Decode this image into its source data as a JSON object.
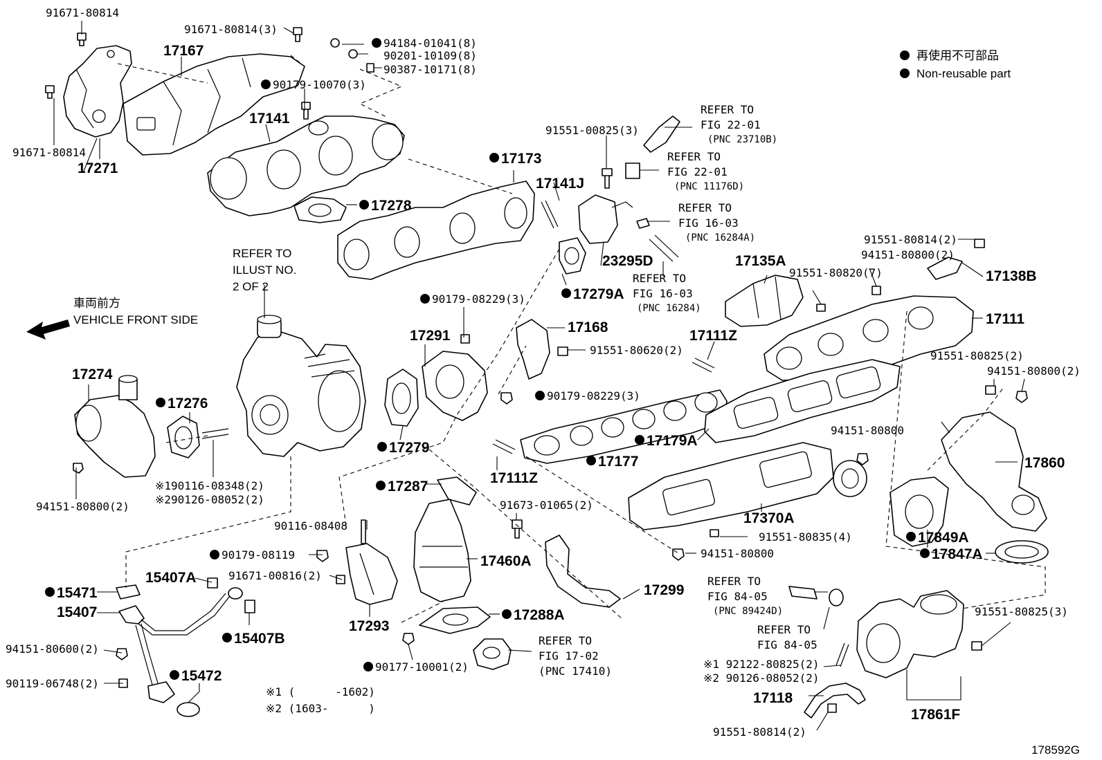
{
  "legend": {
    "jp": "再使用不可部品",
    "en": "Non-reusable part"
  },
  "direction": {
    "jp": "車両前方",
    "en": "VEHICLE FRONT SIDE"
  },
  "refer_illust": [
    "REFER TO",
    "ILLUST NO.",
    "2 OF 2"
  ],
  "refs": {
    "r1": [
      "REFER TO",
      "FIG 22-01",
      "(PNC 23710B)"
    ],
    "r2": [
      "REFER TO",
      "FIG 22-01",
      "(PNC 11176D)"
    ],
    "r3": [
      "REFER TO",
      "FIG 16-03",
      "(PNC 16284A)"
    ],
    "r4": [
      "REFER TO",
      "FIG 16-03",
      "(PNC 16284)"
    ],
    "r5": [
      "REFER TO",
      "FIG 84-05",
      "(PNC 89424D)"
    ],
    "r6": [
      "REFER TO",
      "FIG 84-05"
    ],
    "r7": [
      "REFER TO",
      "FIG 17-02",
      "(PNC 17410)"
    ]
  },
  "parts": {
    "p1": "91671-80814",
    "p2": "91671-80814(3)",
    "p3": "94184-01041(8)",
    "p4": "90201-10109(8)",
    "p5": "90387-10171(8)",
    "p6": "17167",
    "p7": "90179-10070(3)",
    "p8": "17141",
    "p9": "91671-80814",
    "p10": "17271",
    "p11": "17173",
    "p12": "91551-00825(3)",
    "p13": "17141J",
    "p14": "17278",
    "p15": "23295D",
    "p16": "17279A",
    "p17": "91551-80814(2)",
    "p18": "94151-80800(2)",
    "p19": "17135A",
    "p20": "91551-80820(7)",
    "p21": "17138B",
    "p22": "90179-08229(3)",
    "p23": "17168",
    "p24": "17291",
    "p25": "91551-80620(2)",
    "p26": "17111Z",
    "p27": "17111",
    "p28": "17274",
    "p29": "17276",
    "p30": "90179-08229(3)",
    "p31": "91551-80825(2)",
    "p32": "94151-80800(2)",
    "p33": "17179A",
    "p34": "94151-80800",
    "p35": "17279",
    "p36": "17177",
    "p37": "17860",
    "p38": "94151-80800(2)",
    "p39": "※190116-08348(2)",
    "p40": "※290126-08052(2)",
    "p41": "17287",
    "p42": "17111Z",
    "p43": "91673-01065(2)",
    "p44": "17370A",
    "p45": "17849A",
    "p46": "90116-08408",
    "p47": "91551-80835(4)",
    "p48": "90179-08119",
    "p49": "17460A",
    "p50": "94151-80800",
    "p51": "17847A",
    "p52": "15407A",
    "p53": "91671-00816(2)",
    "p54": "17299",
    "p55": "15471",
    "p56": "15407",
    "p57": "15407B",
    "p58": "17293",
    "p59": "17288A",
    "p60": "91551-80825(3)",
    "p61": "94151-80600(2)",
    "p62": "90177-10001(2)",
    "p63": "※1 92122-80825(2)",
    "p64": "※2 90126-08052(2)",
    "p65": "90119-06748(2)",
    "p66": "15472",
    "p67": "17118",
    "p68": "17861F",
    "p69": "91551-80814(2)"
  },
  "notes": {
    "n1": "※1 (      -1602)",
    "n2": "※2 (1603-      )"
  },
  "illustration_id": "178592G"
}
